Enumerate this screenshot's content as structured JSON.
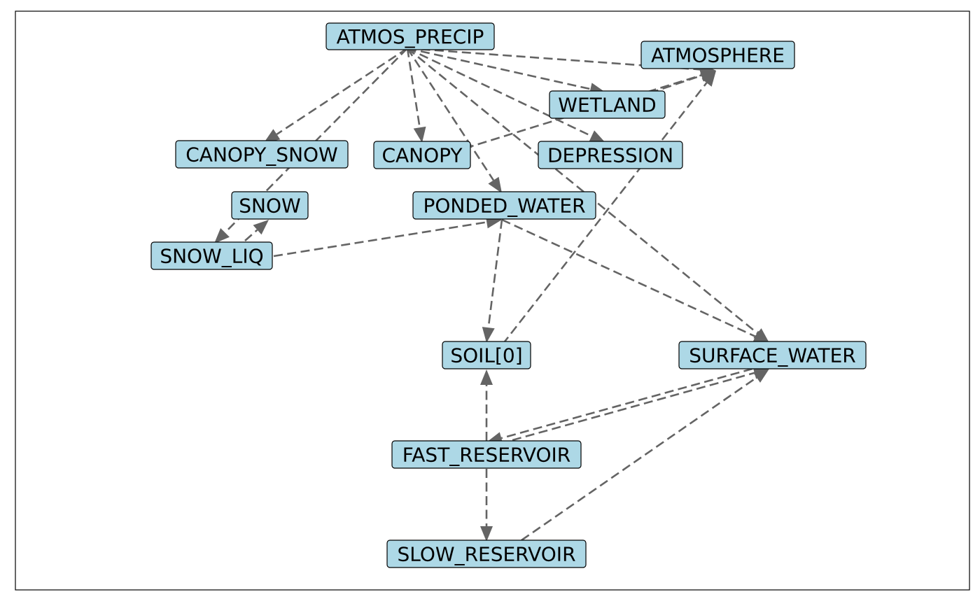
{
  "diagram": {
    "nodes": [
      {
        "id": "ATMOS_PRECIP",
        "label": "ATMOS_PRECIP"
      },
      {
        "id": "ATMOSPHERE",
        "label": "ATMOSPHERE"
      },
      {
        "id": "WETLAND",
        "label": "WETLAND"
      },
      {
        "id": "CANOPY_SNOW",
        "label": "CANOPY_SNOW"
      },
      {
        "id": "CANOPY",
        "label": "CANOPY"
      },
      {
        "id": "DEPRESSION",
        "label": "DEPRESSION"
      },
      {
        "id": "SNOW",
        "label": "SNOW"
      },
      {
        "id": "PONDED_WATER",
        "label": "PONDED_WATER"
      },
      {
        "id": "SNOW_LIQ",
        "label": "SNOW_LIQ"
      },
      {
        "id": "SOIL0",
        "label": "SOIL[0]"
      },
      {
        "id": "SURFACE_WATER",
        "label": "SURFACE_WATER"
      },
      {
        "id": "FAST_RESERVOIR",
        "label": "FAST_RESERVOIR"
      },
      {
        "id": "SLOW_RESERVOIR",
        "label": "SLOW_RESERVOIR"
      }
    ],
    "edges": [
      {
        "from": "ATMOS_PRECIP",
        "to": "ATMOSPHERE"
      },
      {
        "from": "ATMOS_PRECIP",
        "to": "WETLAND"
      },
      {
        "from": "ATMOS_PRECIP",
        "to": "CANOPY_SNOW"
      },
      {
        "from": "ATMOS_PRECIP",
        "to": "CANOPY"
      },
      {
        "from": "ATMOS_PRECIP",
        "to": "DEPRESSION"
      },
      {
        "from": "ATMOS_PRECIP",
        "to": "PONDED_WATER"
      },
      {
        "from": "ATMOS_PRECIP",
        "to": "SNOW_LIQ"
      },
      {
        "from": "ATMOS_PRECIP",
        "to": "SURFACE_WATER"
      },
      {
        "from": "CANOPY",
        "to": "ATMOSPHERE"
      },
      {
        "from": "WETLAND",
        "to": "ATMOSPHERE"
      },
      {
        "from": "SOIL0",
        "to": "ATMOSPHERE"
      },
      {
        "from": "SNOW_LIQ",
        "to": "SNOW"
      },
      {
        "from": "SNOW_LIQ",
        "to": "PONDED_WATER"
      },
      {
        "from": "PONDED_WATER",
        "to": "SOIL0"
      },
      {
        "from": "PONDED_WATER",
        "to": "SURFACE_WATER"
      },
      {
        "from": "FAST_RESERVOIR",
        "to": "SOIL0"
      },
      {
        "from": "FAST_RESERVOIR",
        "to": "SURFACE_WATER"
      },
      {
        "from": "FAST_RESERVOIR",
        "to": "SLOW_RESERVOIR"
      },
      {
        "from": "SURFACE_WATER",
        "to": "FAST_RESERVOIR"
      },
      {
        "from": "SLOW_RESERVOIR",
        "to": "SURFACE_WATER"
      }
    ]
  },
  "colors": {
    "node_fill": "#add8e6",
    "node_border": "#000000",
    "edge": "#646464",
    "background": "#ffffff"
  }
}
